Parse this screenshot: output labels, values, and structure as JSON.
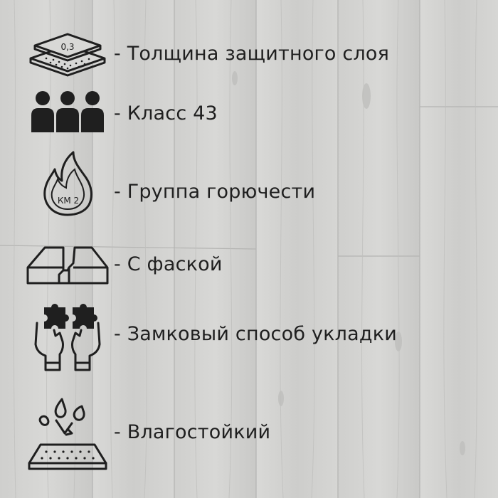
{
  "features": [
    {
      "icon": "protective-layer-icon",
      "icon_text": "0,3",
      "label": "- Толщина защитного слоя"
    },
    {
      "icon": "people-class-icon",
      "label": "- Класс 43"
    },
    {
      "icon": "flame-icon",
      "icon_text": "КМ 2",
      "label": "- Группа горючести"
    },
    {
      "icon": "bevel-edge-icon",
      "label": "- С фаской"
    },
    {
      "icon": "puzzle-hands-icon",
      "label": "- Замковый способ укладки"
    },
    {
      "icon": "water-drops-icon",
      "label": "- Влагостойкий"
    }
  ],
  "colors": {
    "wood_base": "#d3d3d1",
    "ink": "#1f1f1f"
  }
}
